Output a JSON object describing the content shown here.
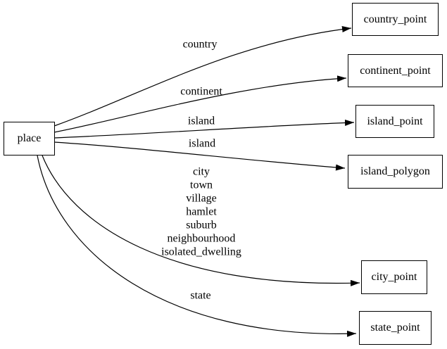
{
  "diagram": {
    "type": "directed-graph",
    "colors": {
      "background": "#ffffff",
      "node_border": "#000000",
      "edge": "#000000",
      "text": "#000000"
    },
    "nodes": [
      {
        "id": "place",
        "label": "place"
      },
      {
        "id": "country_point",
        "label": "country_point"
      },
      {
        "id": "continent_point",
        "label": "continent_point"
      },
      {
        "id": "island_point",
        "label": "island_point"
      },
      {
        "id": "island_polygon",
        "label": "island_polygon"
      },
      {
        "id": "city_point",
        "label": "city_point"
      },
      {
        "id": "state_point",
        "label": "state_point"
      }
    ],
    "edges": [
      {
        "from": "place",
        "to": "country_point",
        "label": "country"
      },
      {
        "from": "place",
        "to": "continent_point",
        "label": "continent"
      },
      {
        "from": "place",
        "to": "island_point",
        "label": "island"
      },
      {
        "from": "place",
        "to": "island_polygon",
        "label": "island"
      },
      {
        "from": "place",
        "to": "city_point",
        "label_lines": [
          "city",
          "town",
          "village",
          "hamlet",
          "suburb",
          "neighbourhood",
          "isolated_dwelling"
        ]
      },
      {
        "from": "place",
        "to": "state_point",
        "label": "state"
      }
    ]
  }
}
